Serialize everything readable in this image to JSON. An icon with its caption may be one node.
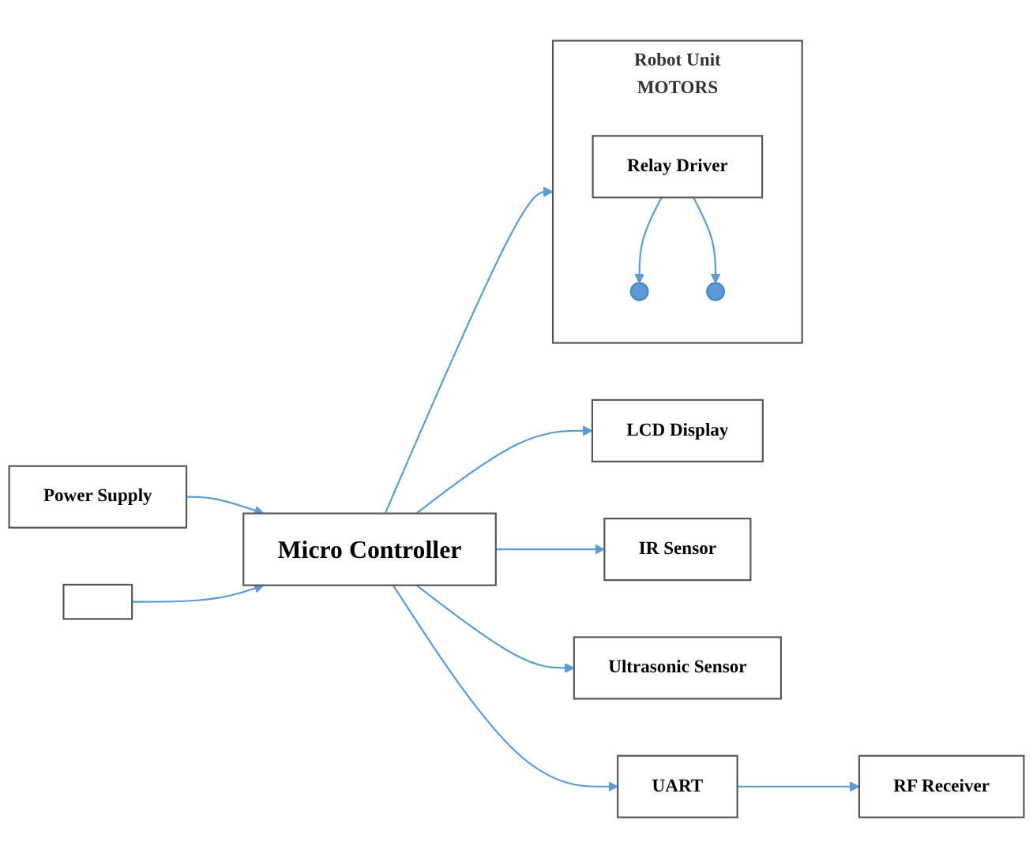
{
  "diagram": {
    "nodes": [
      {
        "text": [
          "Power Supply"
        ]
      },
      {
        "text": [
          "Micro Controller"
        ]
      },
      {
        "text": [
          "LCD Display"
        ]
      },
      {
        "text": [
          "Robot Unit",
          "MOTORS"
        ]
      },
      {
        "text": [
          "Relay Driver"
        ],
        "in": 3
      },
      {
        "text": [],
        "shape": "circle",
        "in": 3
      },
      {
        "text": [],
        "shape": "circle",
        "in": 3
      },
      {
        "text": [
          "IR Sensor"
        ]
      },
      {
        "text": [
          "Ultrasonic Sensor"
        ]
      },
      {
        "text": [
          "UART"
        ]
      },
      {
        "text": [
          "RF Receiver"
        ]
      },
      {
        "text": [],
        "shape": "box"
      }
    ],
    "edges": [
      {
        "from": 0,
        "to": 1,
        "arrow": "to"
      },
      {
        "from": 1,
        "to": 2,
        "arrow": "to"
      },
      {
        "from": 1,
        "to": 3,
        "arrow": "to"
      },
      {
        "from": 4,
        "to": 5,
        "arrow": "to"
      },
      {
        "from": 4,
        "to": 6,
        "arrow": "to"
      },
      {
        "from": 1,
        "to": 7,
        "arrow": "to"
      },
      {
        "from": 1,
        "to": 8,
        "arrow": "to"
      },
      {
        "from": 1,
        "to": 9,
        "arrow": "to"
      },
      {
        "from": 9,
        "to": 10,
        "arrow": "to"
      },
      {
        "from": 11,
        "to": 1,
        "arrow": "to"
      }
    ]
  }
}
